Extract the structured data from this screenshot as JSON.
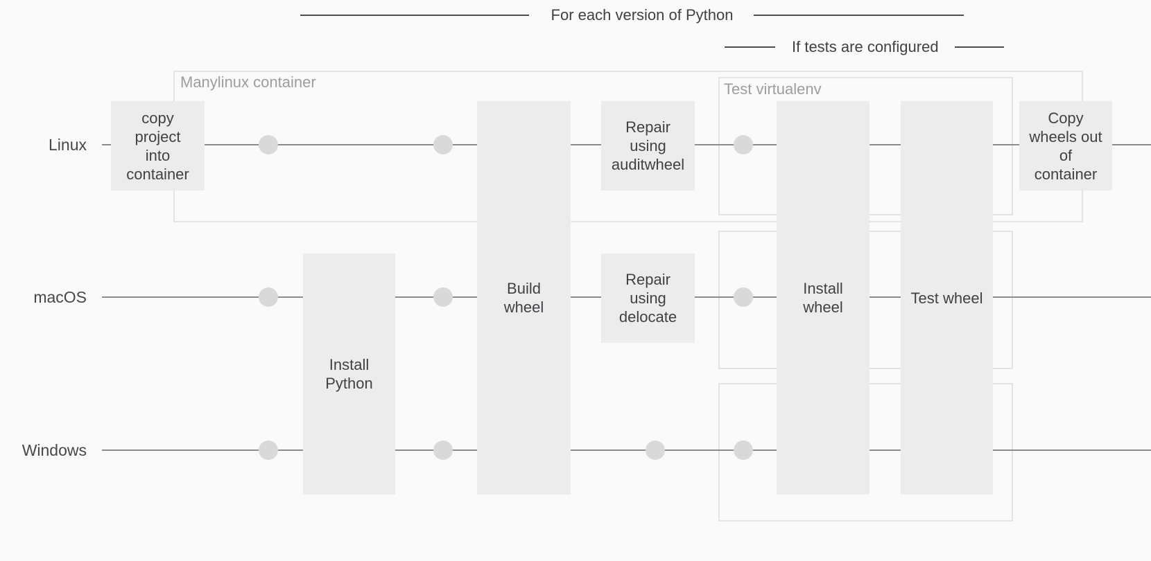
{
  "brackets": {
    "python_versions": {
      "label": "For each version of Python"
    },
    "tests": {
      "label": "If tests are configured"
    }
  },
  "lanes": [
    {
      "id": "linux",
      "label": "Linux"
    },
    {
      "id": "macos",
      "label": "macOS"
    },
    {
      "id": "windows",
      "label": "Windows"
    }
  ],
  "containers": {
    "manylinux": {
      "label": "Manylinux container"
    },
    "test_virtualenv": {
      "label": "Test virtualenv"
    }
  },
  "steps": {
    "copy_project": {
      "label": "copy\nproject\ninto\ncontainer",
      "lanes": [
        "linux"
      ]
    },
    "install_python": {
      "label": "Install\nPython",
      "lanes": [
        "macos",
        "windows"
      ]
    },
    "build_wheel": {
      "label": "Build\nwheel",
      "lanes": [
        "linux",
        "macos",
        "windows"
      ]
    },
    "repair_auditwheel": {
      "label": "Repair\nusing\nauditwheel",
      "lanes": [
        "linux"
      ]
    },
    "repair_delocate": {
      "label": "Repair\nusing\ndelocate",
      "lanes": [
        "macos"
      ]
    },
    "install_wheel": {
      "label": "Install\nwheel",
      "lanes": [
        "linux",
        "macos",
        "windows"
      ]
    },
    "test_wheel": {
      "label": "Test wheel",
      "lanes": [
        "linux",
        "macos",
        "windows"
      ]
    },
    "copy_wheels_out": {
      "label": "Copy\nwheels out\nof\ncontainer",
      "lanes": [
        "linux"
      ]
    }
  },
  "colors": {
    "background": "#fafafa",
    "lane_line": "#8c8c8c",
    "step_fill": "#ececec",
    "dot": "#d9d9d9",
    "container_border": "#e3e3e3",
    "container_label_text": "#9b9da0",
    "text_dark": "#3f4245",
    "bracket_line": "#4a4d50"
  }
}
